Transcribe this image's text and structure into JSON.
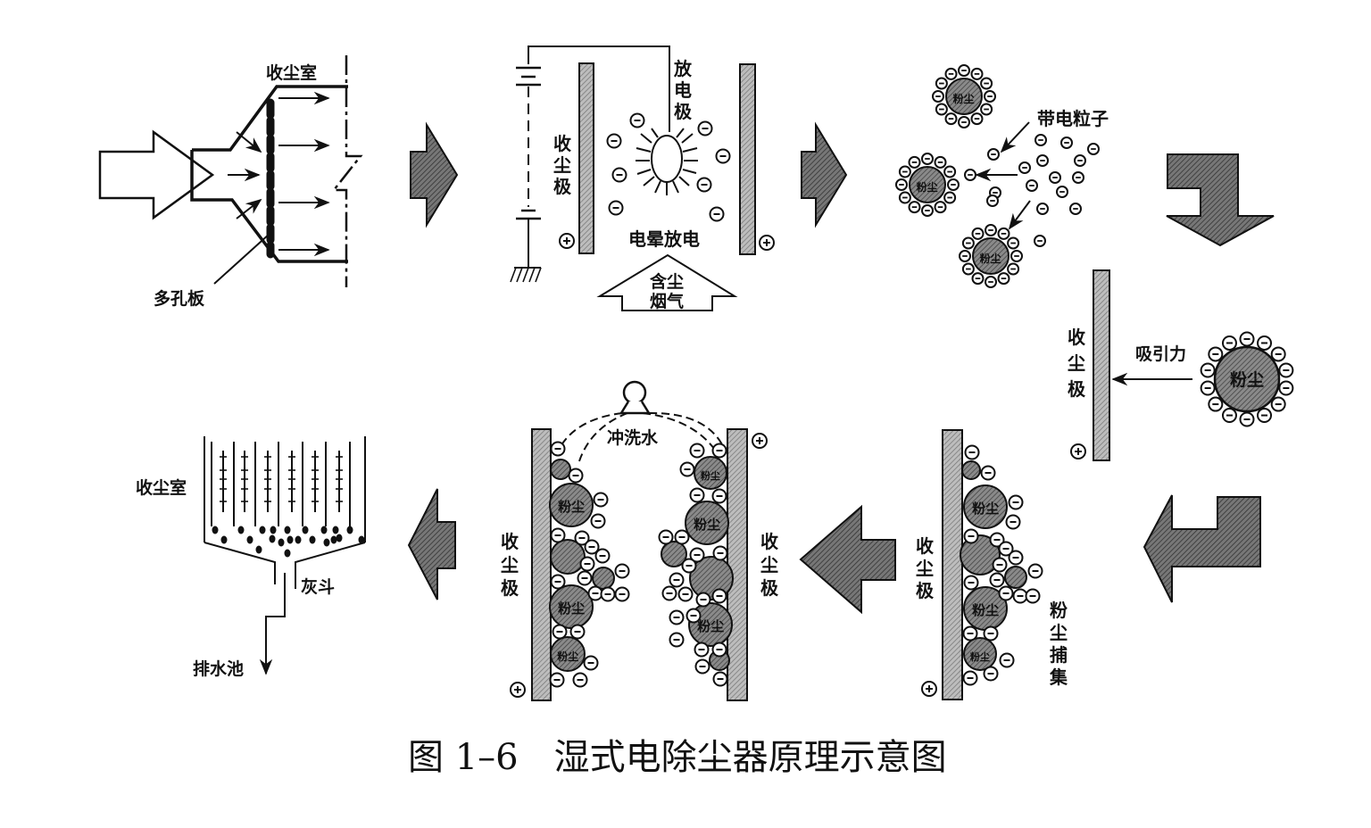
{
  "figure": {
    "caption": "图 1–6　湿式电除尘器原理示意图"
  },
  "panels": {
    "inlet": {
      "chamber_label": "收尘室",
      "plate_label": "多孔板"
    },
    "corona": {
      "discharge_electrode_label": [
        "放",
        "电",
        "极"
      ],
      "collector_label": [
        "收",
        "尘",
        "极"
      ],
      "corona_label": "电晕放电",
      "flue_gas_label": [
        "含尘",
        "烟气"
      ],
      "positive_sign": "+",
      "negative_sign": "−"
    },
    "charging": {
      "charged_particles_label": "带电粒子",
      "dust_label": "粉尘"
    },
    "attraction": {
      "collector_label": [
        "收",
        "尘",
        "极"
      ],
      "force_label": "吸引力",
      "dust_label": "粉尘"
    },
    "capture": {
      "collector_label": [
        "收",
        "尘",
        "极"
      ],
      "capture_label": [
        "粉",
        "尘",
        "捕",
        "集"
      ],
      "dust_label": "粉尘"
    },
    "washing": {
      "water_label": "冲洗水",
      "collector_label_left": [
        "收",
        "尘",
        "极"
      ],
      "collector_label_right": [
        "收",
        "尘",
        "极"
      ],
      "dust_label": "粉尘"
    },
    "drain": {
      "chamber_label": "收尘室",
      "hopper_label": "灰斗",
      "drain_label": "排水池"
    }
  }
}
